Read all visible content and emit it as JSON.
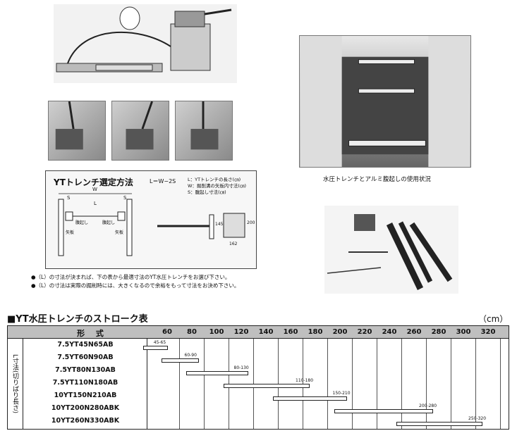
{
  "diagram": {
    "title": "YTトレンチ選定方法",
    "formula": "L＝W−2S",
    "legend": [
      "L：YTトレンチの長さ(㎝)",
      "W：掘削溝の矢板内寸法(㎝)",
      "S：腹起し寸法(㎝)"
    ],
    "labels": {
      "W": "W",
      "S": "S",
      "L": "L",
      "haraokoshi": "腹起し",
      "yaita": "矢板",
      "dim145": "145",
      "dim200": "200",
      "dim162": "162"
    }
  },
  "photo_caption": "水圧トレンチとアルミ腹起しの使用状況",
  "notes": [
    "●（L）の寸法が決まれば、下の表から最適寸法のYT水圧トレンチをお選び下さい。",
    "●（L）の寸法は実際の掘削時には、大きくなるので余裕をもって寸法をお決め下さい。"
  ],
  "stroke_table": {
    "title": "■YT水圧トレンチのストローク表",
    "unit": "（cm）",
    "header_label": "形 式",
    "side_label": "L寸法(切りばり長さ)",
    "ticks": [
      "60",
      "80",
      "100",
      "120",
      "140",
      "160",
      "180",
      "200",
      "220",
      "240",
      "260",
      "280",
      "300",
      "320"
    ],
    "rows": [
      {
        "model": "7.5YT45N65AB",
        "min": 45,
        "max": 65,
        "range": "45-65"
      },
      {
        "model": "7.5YT60N90AB",
        "min": 60,
        "max": 90,
        "range": "60-90"
      },
      {
        "model": "7.5YT80N130AB",
        "min": 80,
        "max": 130,
        "range": "80-130"
      },
      {
        "model": "7.5YT110N180AB",
        "min": 110,
        "max": 180,
        "range": "110-180"
      },
      {
        "model": "10YT150N210AB",
        "min": 150,
        "max": 210,
        "range": "150-210"
      },
      {
        "model": "10YT200N280ABK",
        "min": 200,
        "max": 280,
        "range": "200-280"
      },
      {
        "model": "10YT260N330ABK",
        "min": 250,
        "max": 320,
        "range": "250-320"
      }
    ]
  }
}
